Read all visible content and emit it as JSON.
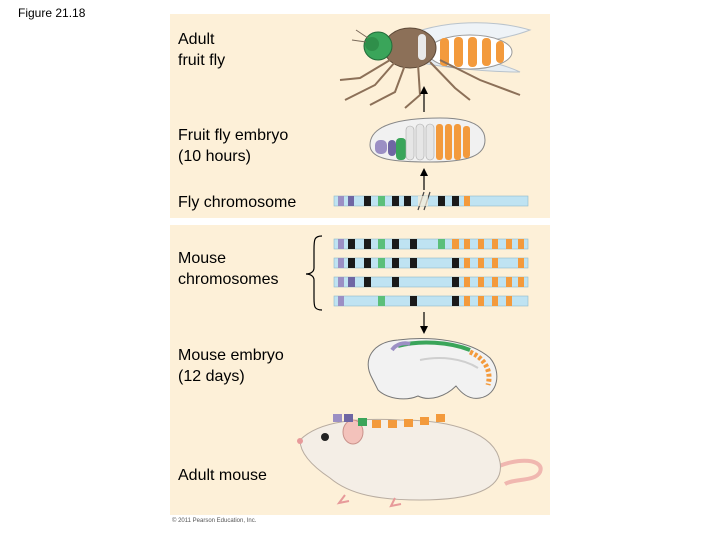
{
  "figure_label": "Figure 21.18",
  "labels": {
    "adult_fly": "Adult\nfruit fly",
    "fly_embryo": "Fruit fly embryo\n(10 hours)",
    "fly_chromosome": "Fly chromosome",
    "mouse_chromosomes": "Mouse\nchromosomes",
    "mouse_embryo": "Mouse embryo\n(12 days)",
    "adult_mouse": "Adult mouse"
  },
  "copyright": "© 2011 Pearson Education, Inc.",
  "colors": {
    "panel_bg": "#fdf0d8",
    "chromosome": "#bfe3f2",
    "purple": "#9b8fc4",
    "black": "#1a1a1a",
    "green": "#5bbf7a",
    "orange": "#f39a3c"
  }
}
